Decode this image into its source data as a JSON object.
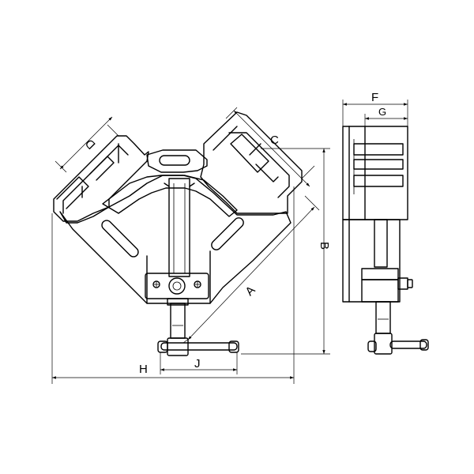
{
  "drawing": {
    "labels": {
      "A": "A",
      "B": "B",
      "C": "C",
      "D": "D",
      "F": "F",
      "G": "G",
      "H": "H",
      "J": "J"
    }
  }
}
